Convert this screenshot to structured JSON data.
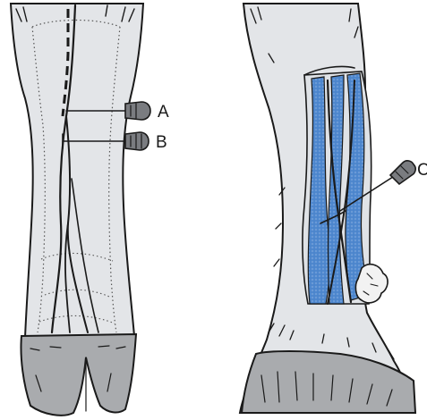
{
  "labels": {
    "a": "A",
    "b": "B",
    "c": "C"
  },
  "colors": {
    "limb_fill": "#e3e5e8",
    "hoof_fill": "#a9abae",
    "vessel_blue": "#4f88cf",
    "line": "#1a1a1a"
  }
}
